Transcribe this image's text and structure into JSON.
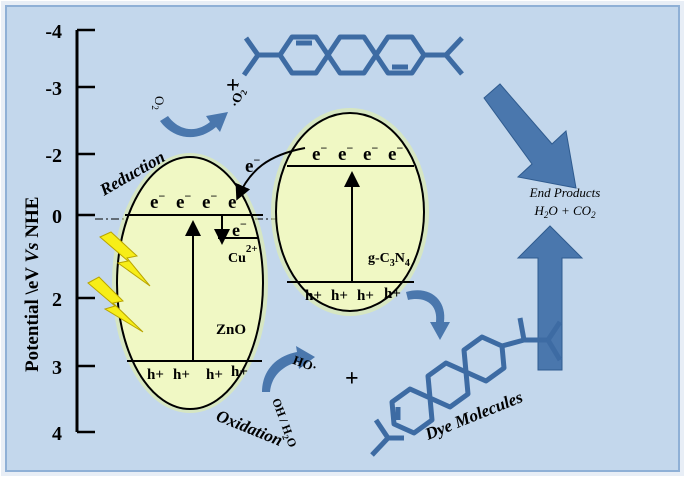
{
  "axis": {
    "title_part1": "Potential \\eV",
    "title_vs": "Vs",
    "title_part2": "NHE",
    "ticks": [
      "-4",
      "-3",
      "-2",
      "0",
      "2",
      "3",
      "4"
    ]
  },
  "labels": {
    "reduction": "Reduction",
    "oxidation": "Oxidation",
    "o2": "O",
    "o2_sub": "2",
    "superoxide": "·O",
    "superoxide_sub": "2",
    "superoxide_sup": "−",
    "plus_top": "+",
    "plus_bottom": "+",
    "hydroxyl_radical": "·OH",
    "oh_h2o": "OH",
    "oh_h2o_2": "/ H",
    "oh_h2o_sub": "2",
    "oh_h2o_3": "O",
    "electron_transfer": "e",
    "electron_sup": "−",
    "copper_electron": "e",
    "copper": "Cu",
    "copper_sup": "2+",
    "end_products_title": "End Products",
    "end_products_formula": "H",
    "end_products_sub1": "2",
    "end_products_mid": "O + CO",
    "end_products_sub2": "2",
    "dye_molecules": "Dye Molecules"
  },
  "zno": {
    "name": "ZnO",
    "electrons": [
      "e",
      "e",
      "e",
      "e"
    ],
    "holes": [
      "h+",
      "h+",
      "h+",
      "h+"
    ]
  },
  "gcn": {
    "name": "g-C",
    "name_sub1": "3",
    "name_mid": "N",
    "name_sub2": "4",
    "electrons": [
      "e",
      "e",
      "e",
      "e"
    ],
    "holes": [
      "h+",
      "h+",
      "h+",
      "h+"
    ]
  },
  "colors": {
    "background": "#c3d7ec",
    "ellipse_fill": "#f0f8c4",
    "ellipse_glow": "#e6f3a0",
    "arrow_blue": "#4a77ad",
    "molecule_blue": "#3d6ba3",
    "lightning": "#f7ee18"
  }
}
